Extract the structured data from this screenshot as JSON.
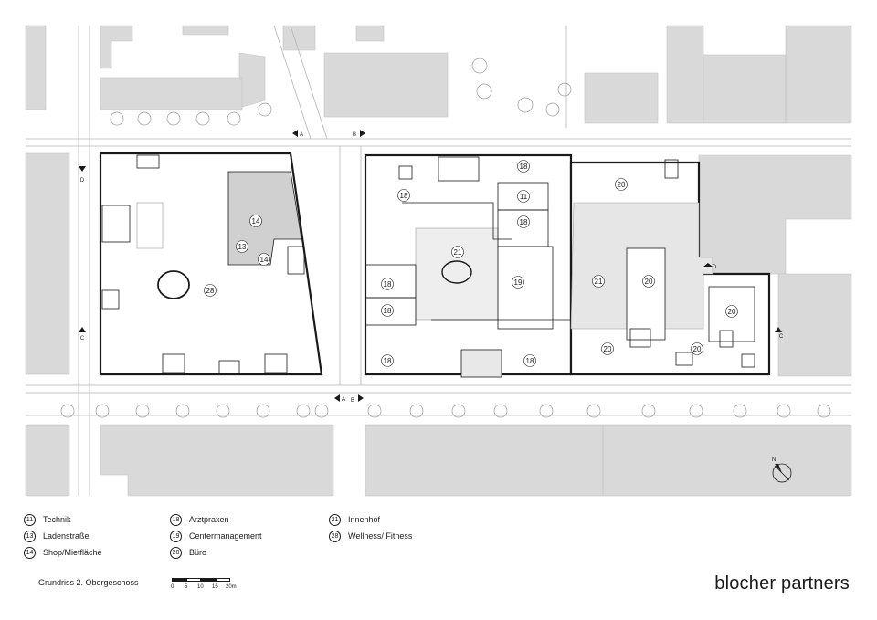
{
  "rooms": {
    "r11": "11",
    "r13": "13",
    "r14": "14",
    "r18": "18",
    "r19": "19",
    "r20": "20",
    "r21": "21",
    "r28": "28"
  },
  "section_markers": {
    "a": "A",
    "b": "B",
    "c": "C",
    "d": "D"
  },
  "legend": [
    {
      "num": "11",
      "label": "Technik"
    },
    {
      "num": "13",
      "label": "Ladenstraße"
    },
    {
      "num": "14",
      "label": "Shop/Mietfläche"
    },
    {
      "num": "18",
      "label": "Arztpraxen"
    },
    {
      "num": "19",
      "label": "Centermanagement"
    },
    {
      "num": "20",
      "label": "Büro"
    },
    {
      "num": "21",
      "label": "Innenhof"
    },
    {
      "num": "28",
      "label": "Wellness/ Fitness"
    }
  ],
  "caption": "Grundriss 2. Obergeschoss",
  "scale": {
    "t0": "0",
    "t5": "5",
    "t10": "10",
    "t15": "15",
    "t20": "20m"
  },
  "north": "N",
  "brand": "blocher partners",
  "colors": {
    "building": "#d9d9d9",
    "wall": "#1a1a1a",
    "line": "#b5b5b5"
  }
}
